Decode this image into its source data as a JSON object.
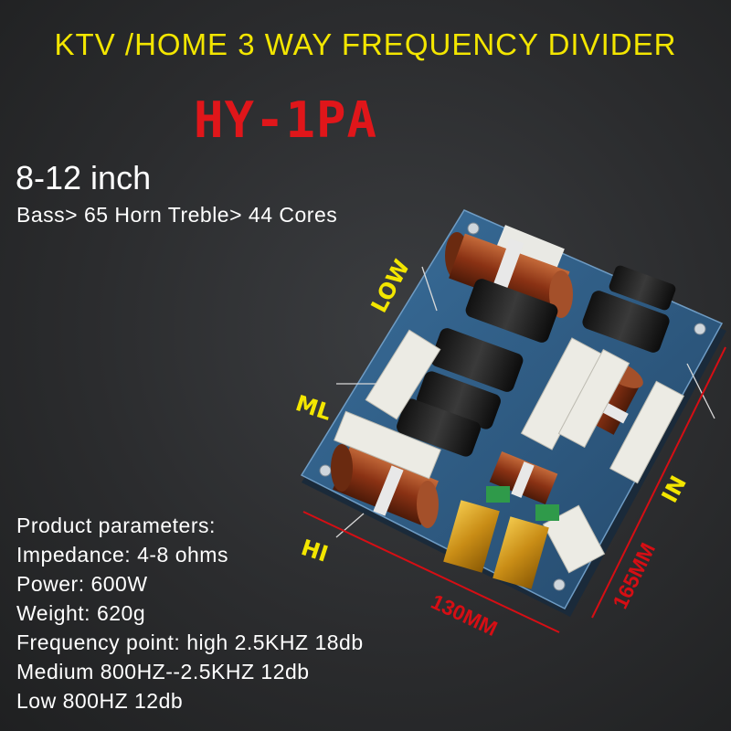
{
  "headline": "KTV /HOME 3 WAY FREQUENCY DIVIDER",
  "model": "HY-1PA",
  "size": "8-12 inch",
  "drivers": "Bass> 65 Horn Treble> 44 Cores",
  "parameters": [
    "Product parameters:",
    "Impedance: 4-8 ohms",
    "Power: 600W",
    "Weight: 620g",
    "Frequency point: high 2.5KHZ 18db",
    "Medium 800HZ--2.5KHZ 12db",
    "Low 800HZ 12db"
  ],
  "board_labels": {
    "low": "LOW",
    "ml": "ML",
    "hi": "HI",
    "in": "IN",
    "width_dim": "130MM",
    "height_dim": "165MM"
  },
  "colors": {
    "headline": "#f3e600",
    "model": "#e0161a",
    "dimension": "#d60e14",
    "board": "#2f5d86"
  }
}
